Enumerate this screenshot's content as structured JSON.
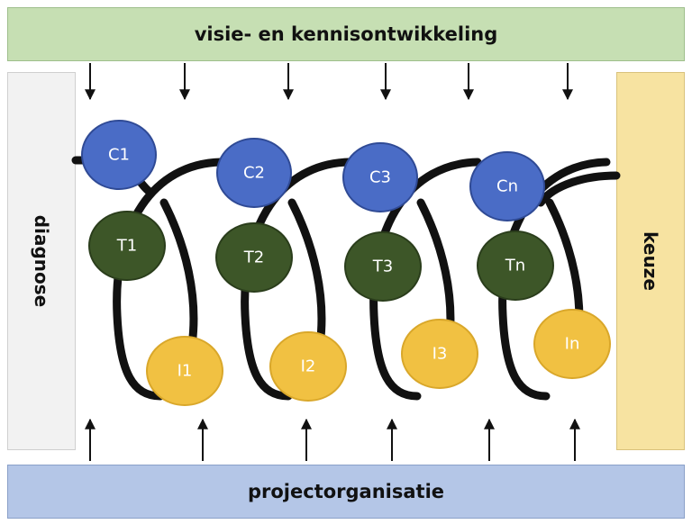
{
  "top_band": {
    "label": "visie- en kennisontwikkeling"
  },
  "bottom_band": {
    "label": "projectorganisatie"
  },
  "left_band": {
    "label": "diagnose"
  },
  "right_band": {
    "label": "keuze"
  },
  "cycles": [
    {
      "c": "C1",
      "t": "T1",
      "i": "I1"
    },
    {
      "c": "C2",
      "t": "T2",
      "i": "I2"
    },
    {
      "c": "C3",
      "t": "T3",
      "i": "I3"
    },
    {
      "c": "Cn",
      "t": "Tn",
      "i": "In"
    }
  ],
  "colors": {
    "c_node": "#4a6cc6",
    "t_node": "#3d5628",
    "i_node": "#f1c142",
    "spiral": "#111111",
    "top_band": "#c6dfb3",
    "bottom_band": "#b4c6e7",
    "left_band": "#f2f2f2",
    "right_band": "#f7e3a1"
  }
}
